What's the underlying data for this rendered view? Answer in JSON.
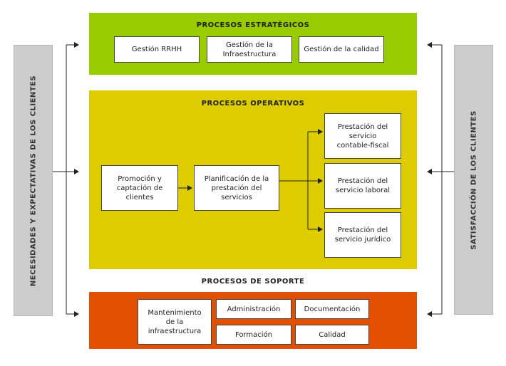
{
  "colors": {
    "strategic": "#99cc00",
    "operative": "#ddcc00",
    "support": "#e05000",
    "side": "#cccccc",
    "lines": "#222222"
  },
  "left_panel": {
    "label": "NECESIDADES Y EXPECTATIVAS DE LOS CLIENTES"
  },
  "right_panel": {
    "label": "SATISFACCIÓN DE LOS CLIENTES"
  },
  "strategic": {
    "title": "PROCESOS ESTRATÉGICOS",
    "boxes": [
      "Gestión RRHH",
      "Gestión de la Infraestructura",
      "Gestión de la calidad"
    ]
  },
  "operative": {
    "title": "PROCESOS OPERATIVOS",
    "promotion": "Promoción y captación de clientes",
    "planning": "Planificación de la prestación del servicios",
    "services": [
      "Prestación del servicio contable-fiscal",
      "Prestación del servicio laboral",
      "Prestación del servicio jurídico"
    ]
  },
  "support": {
    "title": "PROCESOS DE SOPORTE",
    "boxes": [
      "Mantenimiento de la infraestructura",
      "Administración",
      "Documentación",
      "Formación",
      "Calidad"
    ]
  }
}
